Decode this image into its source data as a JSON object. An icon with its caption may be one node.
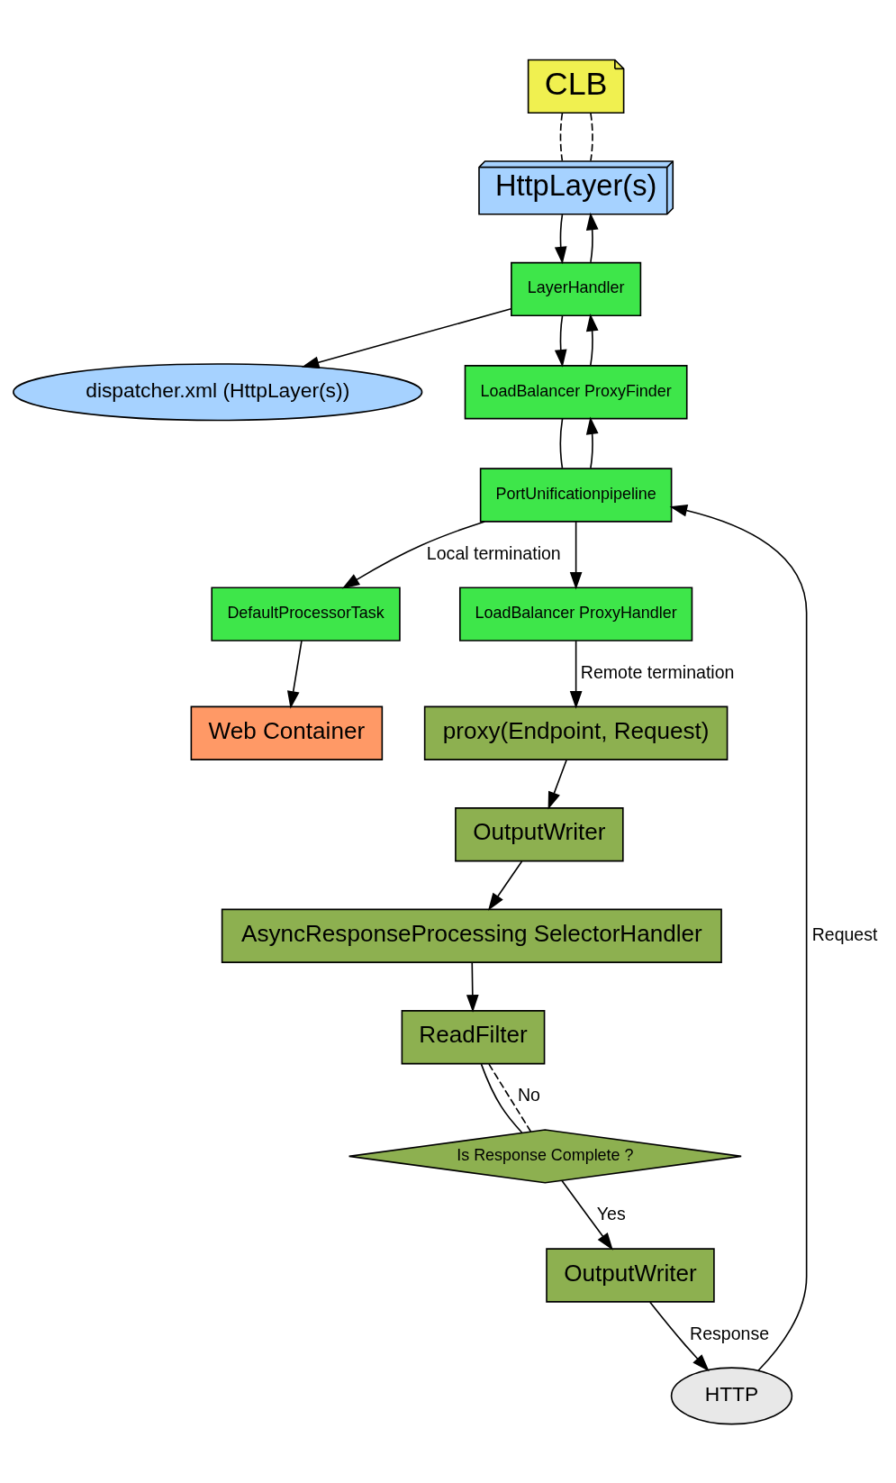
{
  "diagram": {
    "nodes": [
      {
        "text": [
          "CLB"
        ]
      },
      {
        "text": [
          "HttpLayer(s)"
        ]
      },
      {
        "text": [
          "LayerHandler"
        ]
      },
      {
        "text": [
          "dispatcher.xml (HttpLayer(s))"
        ]
      },
      {
        "text": [
          "Web Container"
        ]
      },
      {
        "text": [
          "DefaultProcessorTask"
        ]
      },
      {
        "text": [
          "LoadBalancer ProxyHandler"
        ]
      },
      {
        "text": [
          "proxy(Endpoint, Request)"
        ]
      },
      {
        "text": [
          "LoadBalancer ProxyFinder"
        ]
      },
      {
        "text": [
          "PortUnificationpipeline"
        ]
      },
      {
        "text": [
          "OutputWriter"
        ]
      },
      {
        "text": [
          "HTTP"
        ]
      },
      {
        "text": [
          "AsyncResponseProcessing SelectorHandler"
        ]
      },
      {
        "text": [
          "ReadFilter"
        ]
      },
      {
        "text": [
          "Is Response Complete ?"
        ]
      },
      {
        "text": [
          "OutputWriter"
        ]
      }
    ],
    "edges": [
      {
        "from": 0,
        "to": 1,
        "arrow": "none",
        "style": "dashed"
      },
      {
        "from": 0,
        "to": 1,
        "arrow": "none",
        "style": "dashed"
      },
      {
        "from": 2,
        "to": 1,
        "arrow": "to"
      },
      {
        "from": 1,
        "to": 2,
        "arrow": "to"
      },
      {
        "from": 2,
        "to": 3,
        "arrow": "to"
      },
      {
        "from": 5,
        "to": 4,
        "arrow": "to"
      },
      {
        "from": 8,
        "to": 2,
        "arrow": "to"
      },
      {
        "from": 2,
        "to": 8,
        "arrow": "to"
      },
      {
        "from": 6,
        "to": 7,
        "label": "Remote termination",
        "arrow": "to"
      },
      {
        "from": 9,
        "to": 5,
        "label": "Local termination",
        "arrow": "to"
      },
      {
        "from": 8,
        "to": 9,
        "arrow": "none"
      },
      {
        "from": 9,
        "to": 8,
        "arrow": "to"
      },
      {
        "from": 9,
        "to": 6,
        "arrow": "to"
      },
      {
        "from": 11,
        "to": 9,
        "label": "Request",
        "arrow": "to"
      },
      {
        "from": 7,
        "to": 10,
        "arrow": "to"
      },
      {
        "from": 10,
        "to": 12,
        "arrow": "to"
      },
      {
        "from": 12,
        "to": 13,
        "arrow": "to"
      },
      {
        "from": 13,
        "to": 14,
        "arrow": "none"
      },
      {
        "from": 14,
        "to": 13,
        "label": "No",
        "arrow": "none",
        "style": "dashed"
      },
      {
        "from": 14,
        "to": 15,
        "label": "Yes",
        "arrow": "to"
      },
      {
        "from": 15,
        "to": 11,
        "label": "Response",
        "arrow": "to"
      }
    ]
  }
}
